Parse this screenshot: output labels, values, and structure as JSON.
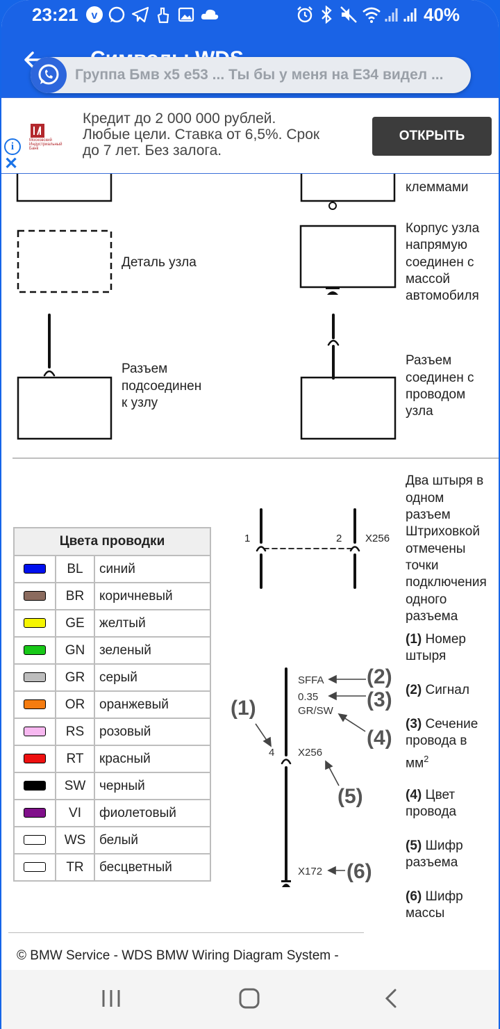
{
  "status_bar": {
    "time": "23:21",
    "battery": "40%",
    "icons": [
      "vk-icon",
      "whatsapp-icon",
      "telegram-icon",
      "hand-icon",
      "gallery-icon",
      "cloud-icon",
      "alarm-icon",
      "bluetooth-icon",
      "mute-icon",
      "wifi-icon",
      "signal-icon",
      "signal-icon",
      "battery-icon"
    ]
  },
  "header": {
    "title": "Символы WDS"
  },
  "notification": {
    "text": "Группа Бмв х5 е53 ...   Ты бы у меня на Е34 видел ..."
  },
  "ad": {
    "text_lines": [
      "Кредит до 2 000 000 рублей.",
      "Любые цели. Ставка от 6,5%. Срок",
      "до 7 лет. Без залога."
    ],
    "logo_caption": [
      "Московский",
      "Индустриальный",
      "Банк"
    ],
    "button": "ОТКРЫТЬ"
  },
  "symbols": {
    "s1_tail": "клеммами",
    "s2": "Деталь узла",
    "s3": [
      "Корпус узла",
      "напрямую",
      "соединен с",
      "массой",
      "автомобиля"
    ],
    "s4": [
      "Разъем",
      "подсоединен",
      "к узлу"
    ],
    "s5": [
      "Разъем",
      "соединен с",
      "проводом",
      "узла"
    ],
    "s6": [
      "Два штыря в",
      "одном",
      "разъем",
      "Штриховкой",
      "отмечены",
      "точки",
      "подключения",
      "одного",
      "разъема"
    ]
  },
  "connector_figure": {
    "pin1": "1",
    "pin2": "2",
    "code": "X256"
  },
  "callout_figure": {
    "signal": "SFFA",
    "section": "0.35",
    "color": "GR/SW",
    "pin": "4",
    "connector": "X256",
    "ground": "X172",
    "n1": "(1)",
    "n2": "(2)",
    "n3": "(3)",
    "n4": "(4)",
    "n5": "(5)",
    "n6": "(6)"
  },
  "legend": [
    {
      "num": "(1)",
      "text": [
        "Номер",
        "штыря"
      ]
    },
    {
      "num": "(2)",
      "text": [
        "Сигнал"
      ]
    },
    {
      "num": "(3)",
      "text": [
        "Сечение",
        "провода в",
        "мм"
      ],
      "sup": "2"
    },
    {
      "num": "(4)",
      "text": [
        "Цвет",
        "провода"
      ]
    },
    {
      "num": "(5)",
      "text": [
        "Шифр",
        "разъема"
      ]
    },
    {
      "num": "(6)",
      "text": [
        "Шифр",
        "массы"
      ]
    }
  ],
  "color_table": {
    "header": "Цвета проводки",
    "rows": [
      {
        "code": "BL",
        "name": "синий",
        "color": "#0010ee"
      },
      {
        "code": "BR",
        "name": "коричневый",
        "color": "#8b6b5e"
      },
      {
        "code": "GE",
        "name": "желтый",
        "color": "#f5f500"
      },
      {
        "code": "GN",
        "name": "зеленый",
        "color": "#18c818"
      },
      {
        "code": "GR",
        "name": "серый",
        "color": "#bdbdbd"
      },
      {
        "code": "OR",
        "name": "оранжевый",
        "color": "#f57c10"
      },
      {
        "code": "RS",
        "name": "розовый",
        "color": "#f7b8f0"
      },
      {
        "code": "RT",
        "name": "красный",
        "color": "#ee1010"
      },
      {
        "code": "SW",
        "name": "черный",
        "color": "#000000"
      },
      {
        "code": "VI",
        "name": "фиолетовый",
        "color": "#80108a"
      },
      {
        "code": "WS",
        "name": "белый",
        "color": "#ffffff"
      },
      {
        "code": "TR",
        "name": "бесцветный",
        "color": "#ffffff"
      }
    ]
  },
  "footer": {
    "text": "© BMW Service - WDS BMW Wiring Diagram System -"
  }
}
